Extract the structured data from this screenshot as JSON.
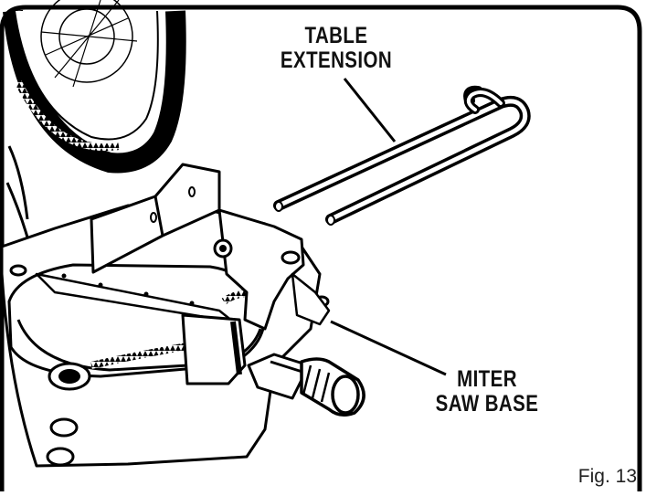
{
  "callouts": {
    "table_extension": [
      "TABLE",
      "EXTENSION"
    ],
    "miter_saw_base": [
      "MITER",
      "SAW BASE"
    ]
  },
  "figure": {
    "caption": "Fig. 13"
  }
}
